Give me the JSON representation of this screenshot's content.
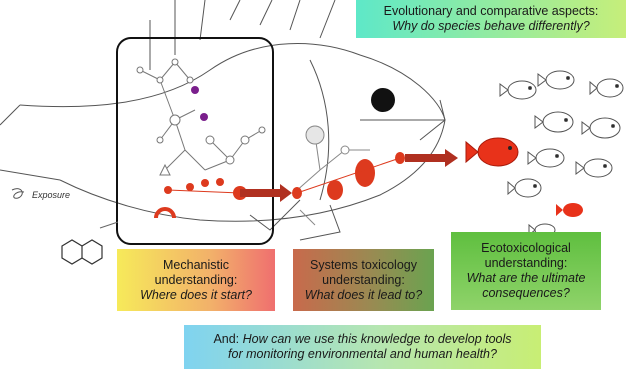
{
  "exposure_label": "Exposure",
  "evolutionary": {
    "line1": "Evolutionary and comparative aspects:",
    "line2": "Why do species behave differently?"
  },
  "mechanistic": {
    "line1": "Mechanistic",
    "line2": "understanding:",
    "line3": "Where does it start?"
  },
  "systems": {
    "line1": "Systems toxicology",
    "line2": "understanding:",
    "line3": "What does it lead to?"
  },
  "ecotox": {
    "line1": "Ecotoxicological",
    "line2": "understanding:",
    "line3": "What are the ultimate",
    "line4": "consequences?"
  },
  "question": {
    "prefix": "And: ",
    "line1_rest": "How can we use this knowledge to develop tools",
    "line2": "for monitoring environmental and human health?"
  },
  "colors": {
    "red_node": "#dd3a1e",
    "purple_node": "#7a1f8c",
    "fish_red": "#e8321a",
    "outline": "#333333"
  }
}
